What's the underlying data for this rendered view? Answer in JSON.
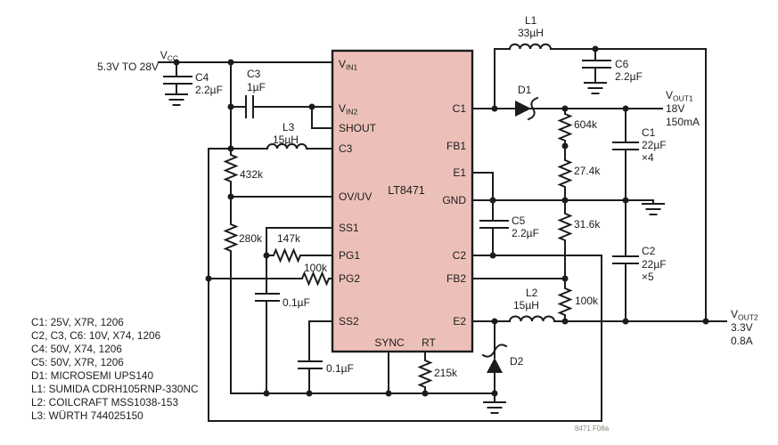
{
  "colors": {
    "ic_fill": "#ecc0b8"
  },
  "input": {
    "v_main": "V",
    "v_sub": "CC",
    "range": "5.3V TO 28V"
  },
  "ic": {
    "part": "LT8471",
    "pins_left": [
      {
        "main": "V",
        "sub": "IN1"
      },
      {
        "main": "V",
        "sub": "IN2"
      },
      {
        "label": "SHOUT"
      },
      {
        "label": "C3"
      },
      {
        "label": "OV/UV"
      },
      {
        "label": "SS1"
      },
      {
        "label": "PG1"
      },
      {
        "label": "PG2"
      },
      {
        "label": "SS2"
      }
    ],
    "pins_right": [
      "C1",
      "FB1",
      "E1",
      "GND",
      "C2",
      "FB2",
      "E2"
    ],
    "pins_bottom": [
      "SYNC",
      "RT"
    ]
  },
  "outputs": {
    "vout1": {
      "v_main": "V",
      "v_sub": "OUT1",
      "voltage": "18V",
      "current": "150mA"
    },
    "vout2": {
      "v_main": "V",
      "v_sub": "OUT2",
      "voltage": "3.3V",
      "current": "0.8A"
    }
  },
  "components": {
    "c4": {
      "ref": "C4",
      "value": "2.2µF"
    },
    "c3": {
      "ref": "C3",
      "value": "1µF"
    },
    "l3": {
      "ref": "L3",
      "value": "15µH"
    },
    "r432k": {
      "value": "432k"
    },
    "r280k": {
      "value": "280k"
    },
    "r147k": {
      "value": "147k"
    },
    "r100k_pg2": {
      "value": "100k"
    },
    "c_ss1": {
      "value": "0.1µF"
    },
    "c_ss2": {
      "value": "0.1µF"
    },
    "r215k": {
      "value": "215k"
    },
    "l1": {
      "ref": "L1",
      "value": "33µH"
    },
    "c6": {
      "ref": "C6",
      "value": "2.2µF"
    },
    "d1": {
      "ref": "D1"
    },
    "d2": {
      "ref": "D2"
    },
    "r604k": {
      "value": "604k"
    },
    "r27k4": {
      "value": "27.4k"
    },
    "r31k6": {
      "value": "31.6k"
    },
    "r100k_fb2": {
      "value": "100k"
    },
    "c5": {
      "ref": "C5",
      "value": "2.2µF"
    },
    "c1": {
      "ref": "C1",
      "value": "22µF",
      "mult": "×4"
    },
    "c2": {
      "ref": "C2",
      "value": "22µF",
      "mult": "×5"
    },
    "l2": {
      "ref": "L2",
      "value": "15µH"
    }
  },
  "notes": [
    "C1: 25V, X7R, 1206",
    "C2, C3, C6: 10V, X74, 1206",
    "C4: 50V, X74, 1206",
    "C5: 50V, X7R, 1206",
    "D1: MICROSEMI UPS140",
    "L1: SUMIDA CDRH105RNP-330NC",
    "L2: COILCRAFT MSS1038-153",
    "L3: WÜRTH 744025150"
  ],
  "figure_tag": "8471 F08a"
}
